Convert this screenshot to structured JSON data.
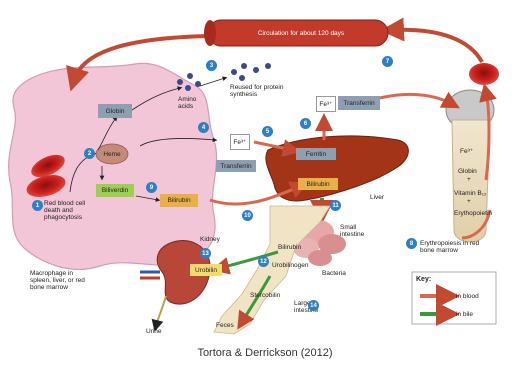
{
  "circulation": "Circulation for about 120 days",
  "labels": {
    "globin": "Globin",
    "heme": "Heme",
    "biliverdin": "Biliverdin",
    "bilirubin_blood": "Bilirubin",
    "amino_acids": "Amino acids",
    "reused": "Reused for protein synthesis",
    "fe3_a": "Fe³⁺",
    "transferrin_a": "Transferrin",
    "fe3_b": "Fe³⁺",
    "transferrin_b": "Transferrin",
    "ferritin": "Ferritin",
    "bilirubin_liver": "Bilirubin",
    "liver": "Liver",
    "small_intestine": "Small intestine",
    "bilirubin_gut": "Bilirubin",
    "urobilinogen": "Urobilinogen",
    "bacteria": "Bacteria",
    "stercobilin": "Stercobilin",
    "large_intestine": "Large intestine",
    "feces": "Feces",
    "kidney": "Kidney",
    "urobilin": "Urobilin",
    "urine": "Urine",
    "rbc_death": "Red blood cell death and phagocytosis",
    "macrophage": "Macrophage in spleen, liver, or red bone marrow",
    "marrow_fe": "Fe³⁺",
    "marrow_globin": "Globin",
    "marrow_plus1": "+",
    "marrow_b12": "Vitamin B₁₂",
    "marrow_plus2": "+",
    "marrow_epo": "Erythopoietin",
    "erythropoiesis": "Erythropoiesis in red bone marrow"
  },
  "steps": [
    "1",
    "2",
    "3",
    "4",
    "5",
    "6",
    "7",
    "8",
    "9",
    "10",
    "11",
    "12",
    "13",
    "14"
  ],
  "key": {
    "title": "Key:",
    "blood": "in blood",
    "bile": "in bile"
  },
  "credit": "Tortora & Derrickson (2012)",
  "colors": {
    "blood_arrow": "#d9694e",
    "bile_arrow": "#3a9a3a",
    "step_circle": "#2f7fc7",
    "macrophage": "#f2c6d6",
    "rbc": "#c8201e",
    "liver": "#a43418",
    "box": "#8e9fb2"
  }
}
